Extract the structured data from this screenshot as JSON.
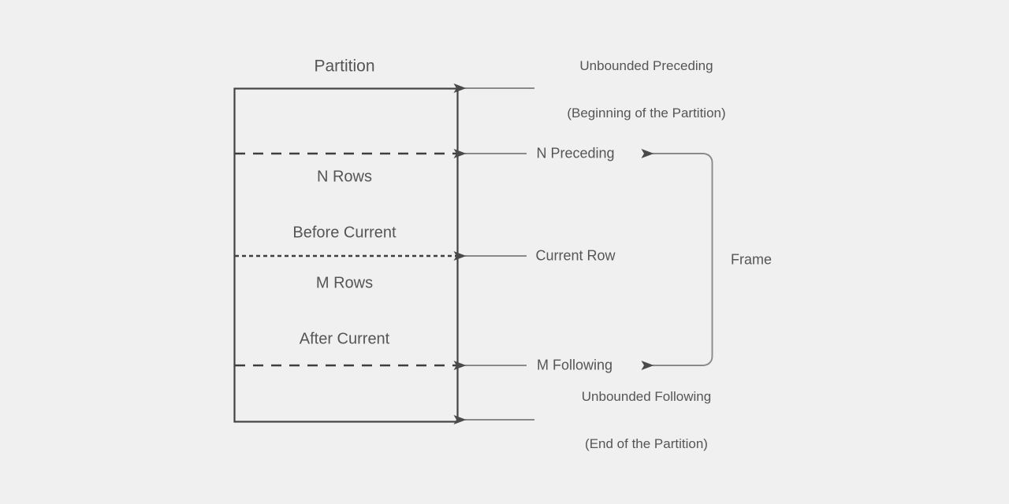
{
  "diagram": {
    "title": "SQL Window Function Frame Diagram",
    "colors": {
      "background": "#f0f0f0",
      "box_border": "#444444",
      "divider": "#3f3f3f",
      "arrow_line": "#8a8a8a",
      "arrow_head": "#4a4a4a",
      "bracket": "#8a8a8a",
      "text": "#555555"
    },
    "partition": {
      "title": "Partition",
      "segments": [
        {
          "id": "before",
          "line1": "N Rows",
          "line2": "Before Current"
        },
        {
          "id": "after",
          "line1": "M Rows",
          "line2": "After Current"
        }
      ]
    },
    "boundaries": [
      {
        "id": "unbounded-preceding",
        "line1": "Unbounded Preceding",
        "line2": "(Beginning of the Partition)"
      },
      {
        "id": "n-preceding",
        "label": "N Preceding"
      },
      {
        "id": "current-row",
        "label": "Current Row"
      },
      {
        "id": "m-following",
        "label": "M Following"
      },
      {
        "id": "unbounded-following",
        "line1": "Unbounded Following",
        "line2": "(End of the Partition)"
      }
    ],
    "frame": {
      "label": "Frame"
    }
  }
}
